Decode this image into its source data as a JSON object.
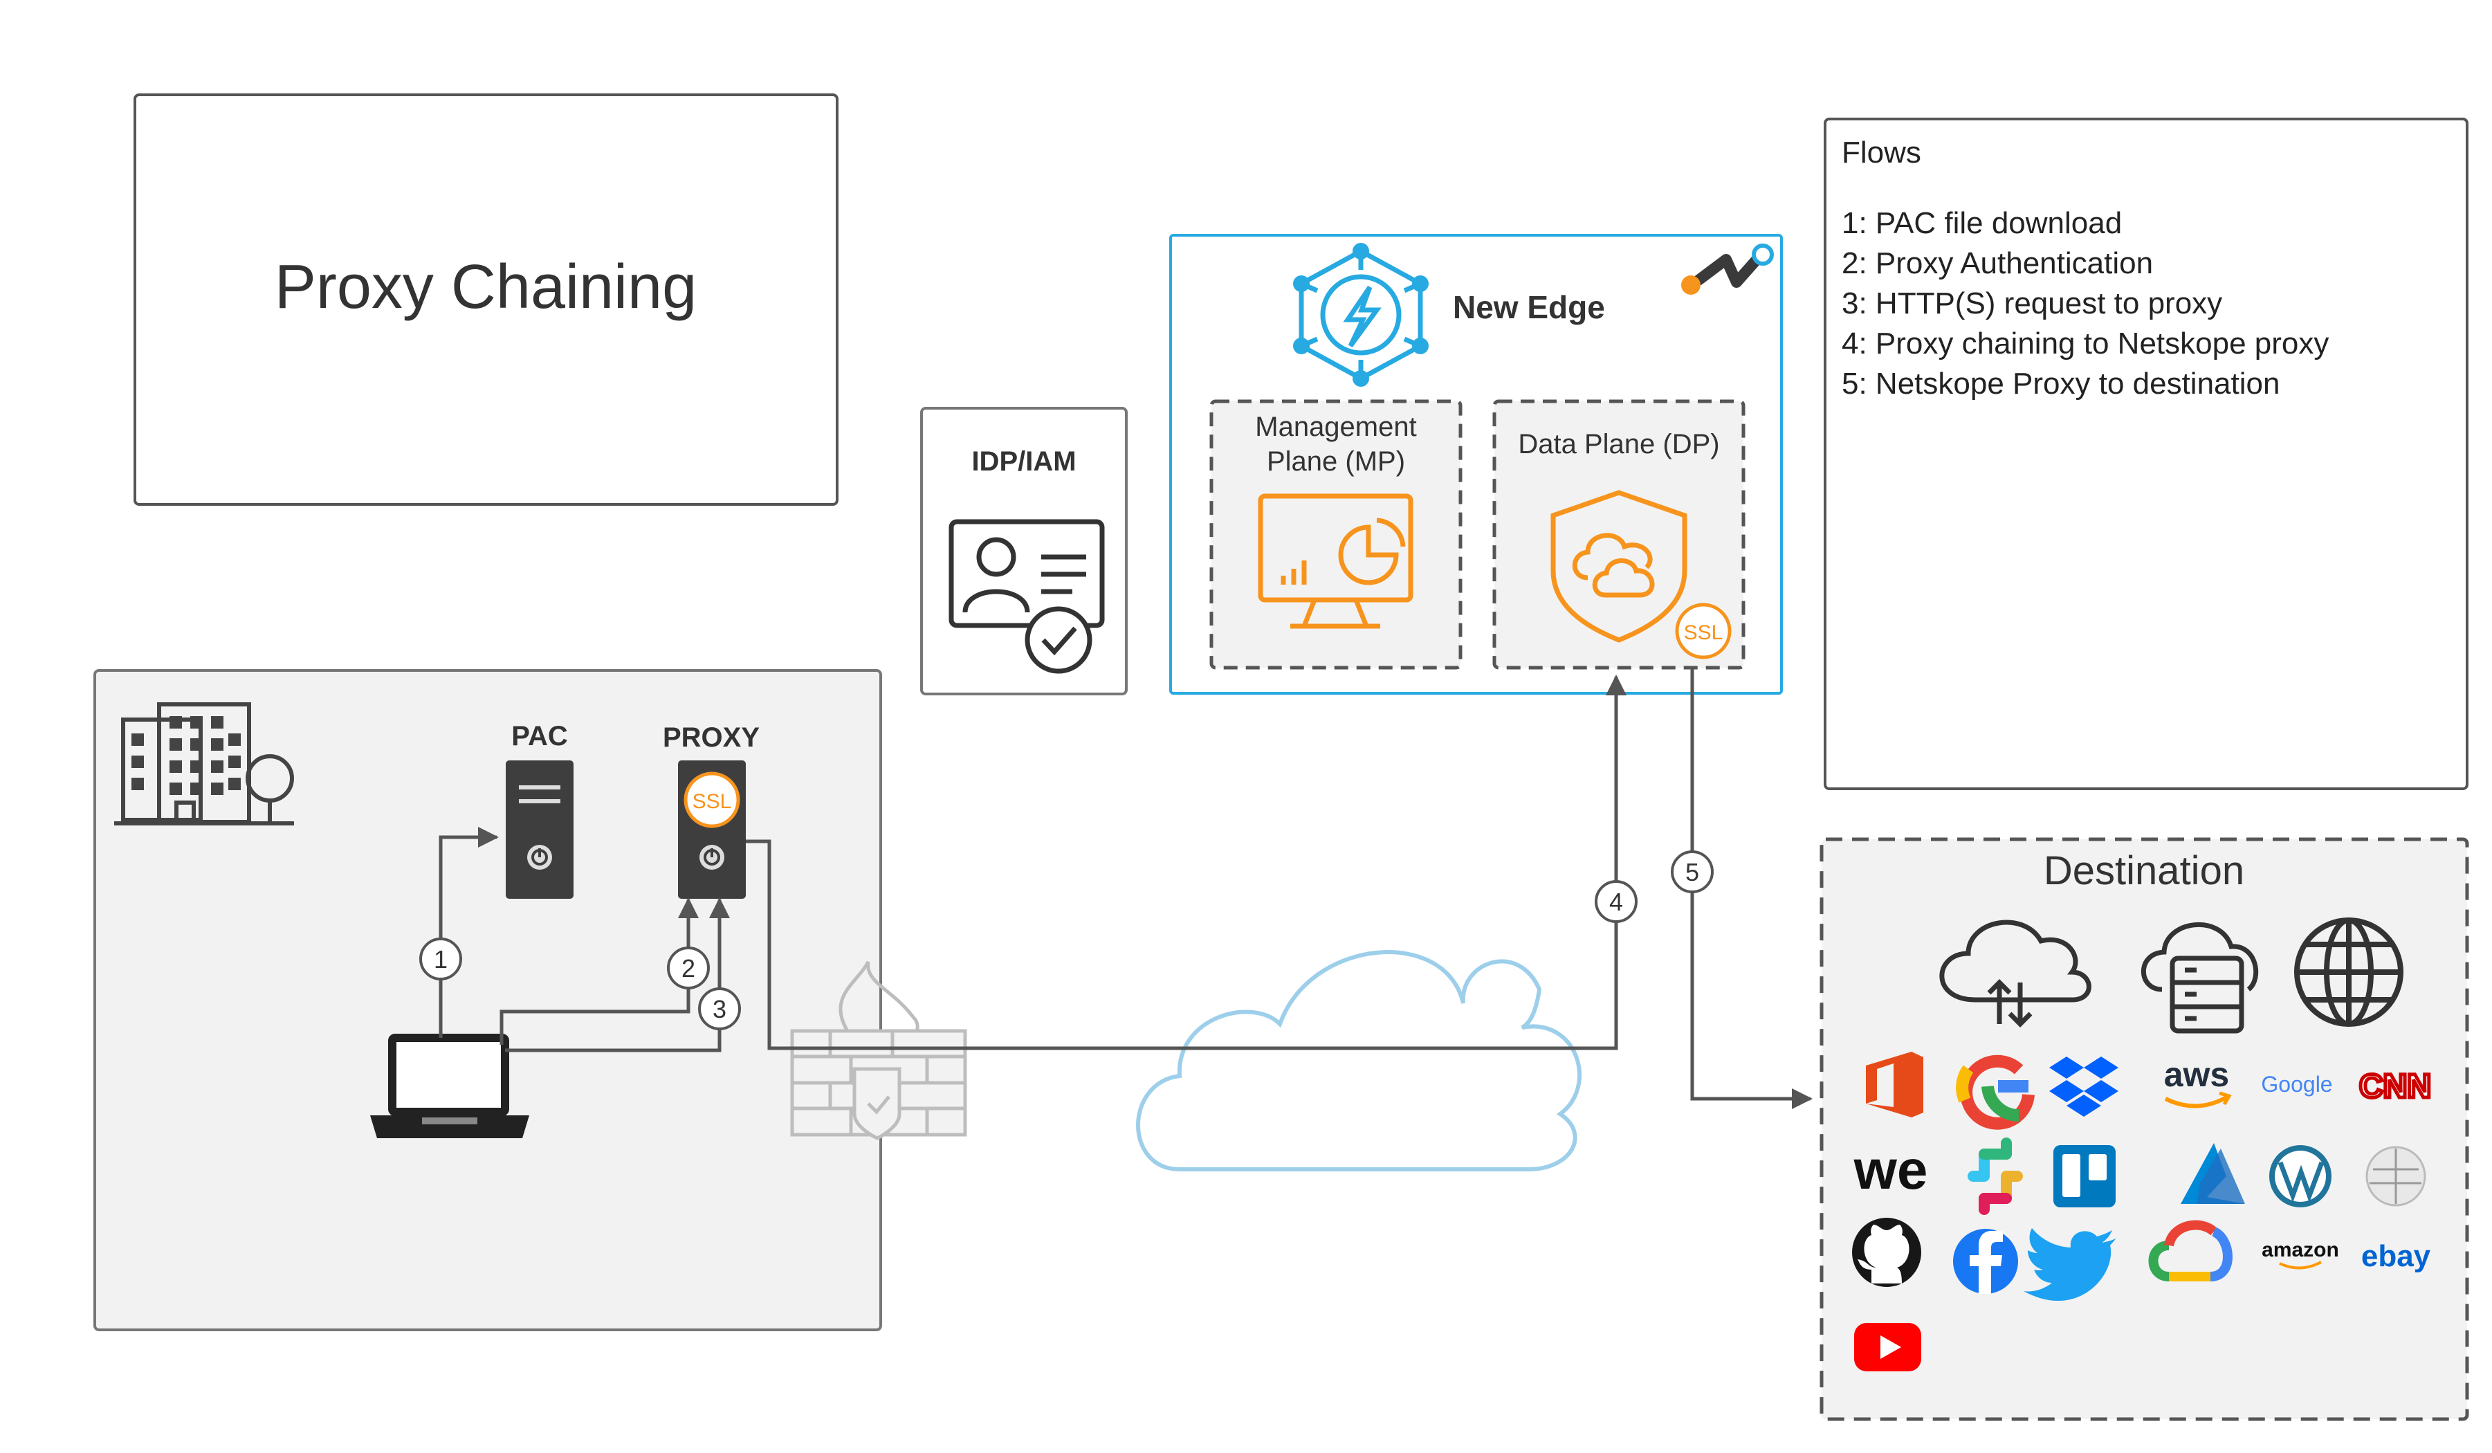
{
  "title": "Proxy Chaining",
  "idp": {
    "label": "IDP/IAM"
  },
  "new_edge": {
    "label": "New Edge",
    "management_plane": [
      "Management",
      "Plane (MP)"
    ],
    "data_plane": "Data Plane (DP)",
    "ssl_badge": "SSL"
  },
  "onprem": {
    "pac_label": "PAC",
    "proxy_label": "PROXY",
    "ssl_badge": "SSL"
  },
  "flows": {
    "heading": "Flows",
    "items": [
      "1: PAC file download",
      "2: Proxy Authentication",
      "3: HTTP(S) request to proxy",
      "4: Proxy chaining to Netskope proxy",
      "5: Netskope Proxy to destination"
    ]
  },
  "flow_markers": [
    "1",
    "2",
    "3",
    "4",
    "5"
  ],
  "destination": {
    "heading": "Destination",
    "logos": {
      "aws": "aws",
      "google": "Google",
      "cnn": "CNN",
      "wetransfer": "we",
      "amazon": "amazon",
      "ebay": "ebay"
    }
  },
  "colors": {
    "orange": "#f7941d",
    "teal": "#27aae1",
    "cloud": "#9dcfeb",
    "dark": "#3a3a3a",
    "panel": "#f2f2f2"
  }
}
